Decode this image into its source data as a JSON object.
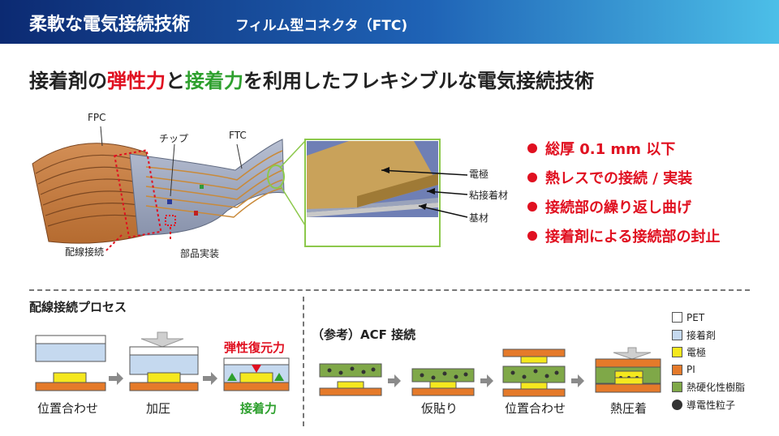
{
  "header": {
    "title": "柔軟な電気接続技術",
    "subtitle": "フィルム型コネクタ（FTC)"
  },
  "headline": {
    "p1": "接着剤の",
    "p2": "弾性力",
    "p3": "と",
    "p4": "接着力",
    "p5": "を利用したフレキシブルな電気接続技術"
  },
  "figure": {
    "fpc": "FPC",
    "chip": "チップ",
    "ftc": "FTC",
    "wiring": "配線接続",
    "parts": "部品実装",
    "electrode": "電極",
    "adhesive": "粘接着材",
    "substrate": "基材"
  },
  "bullets": [
    "総厚 0.1 mm 以下",
    "熱レスでの接続 / 実装",
    "接続部の繰り返し曲げ",
    "接着剤による接続部の封止"
  ],
  "process": {
    "title": "配線接続プロセス",
    "steps": [
      "位置合わせ",
      "加圧",
      "接着力"
    ],
    "elastic": "弾性復元力"
  },
  "acf": {
    "title": "（参考）ACF 接続",
    "steps": [
      "仮貼り",
      "位置合わせ",
      "熱圧着"
    ]
  },
  "legend": [
    "PET",
    "接着剤",
    "電極",
    "PI",
    "熱硬化性樹脂",
    "導電性粒子"
  ],
  "colors": {
    "pet": "#ffffff",
    "adhesive": "#c5d9ef",
    "electrode": "#f5e81e",
    "pi": "#e57a2a",
    "thermoset": "#7fa848",
    "particle": "#333333",
    "accent_red": "#e01020",
    "accent_green": "#2ea02e"
  }
}
